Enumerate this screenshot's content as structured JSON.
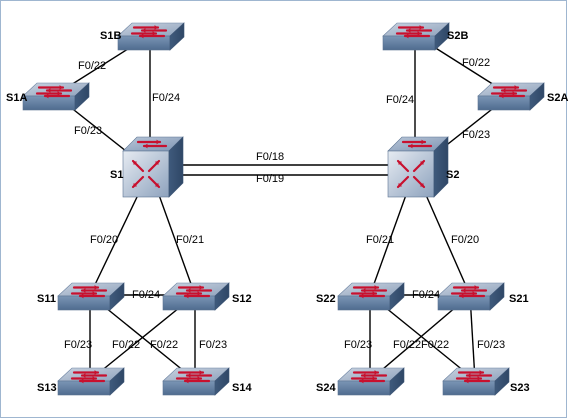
{
  "devices": [
    {
      "id": "S1",
      "label": "S1",
      "kind": "multilayer"
    },
    {
      "id": "S1A",
      "label": "S1A",
      "kind": "switch"
    },
    {
      "id": "S1B",
      "label": "S1B",
      "kind": "switch"
    },
    {
      "id": "S11",
      "label": "S11",
      "kind": "switch"
    },
    {
      "id": "S12",
      "label": "S12",
      "kind": "switch"
    },
    {
      "id": "S13",
      "label": "S13",
      "kind": "switch"
    },
    {
      "id": "S14",
      "label": "S14",
      "kind": "switch"
    },
    {
      "id": "S2",
      "label": "S2",
      "kind": "multilayer"
    },
    {
      "id": "S2A",
      "label": "S2A",
      "kind": "switch"
    },
    {
      "id": "S2B",
      "label": "S2B",
      "kind": "switch"
    },
    {
      "id": "S21",
      "label": "S21",
      "kind": "switch"
    },
    {
      "id": "S22",
      "label": "S22",
      "kind": "switch"
    },
    {
      "id": "S23",
      "label": "S23",
      "kind": "switch"
    },
    {
      "id": "S24",
      "label": "S24",
      "kind": "switch"
    }
  ],
  "links": [
    {
      "from": "S1",
      "to": "S1B",
      "port": "F0/24"
    },
    {
      "from": "S1B",
      "to": "S1A",
      "port": "F0/22"
    },
    {
      "from": "S1",
      "to": "S1A",
      "port": "F0/23"
    },
    {
      "from": "S1",
      "to": "S2",
      "port": "F0/18"
    },
    {
      "from": "S1",
      "to": "S2",
      "port": "F0/19"
    },
    {
      "from": "S1",
      "to": "S11",
      "port": "F0/20"
    },
    {
      "from": "S1",
      "to": "S12",
      "port": "F0/21"
    },
    {
      "from": "S11",
      "to": "S12",
      "port": "F0/24"
    },
    {
      "from": "S11",
      "to": "S13",
      "port": "F0/23"
    },
    {
      "from": "S12",
      "to": "S14",
      "port": "F0/23"
    },
    {
      "from": "S11",
      "to": "S14",
      "port": "F0/22"
    },
    {
      "from": "S12",
      "to": "S13",
      "port": "F0/22"
    },
    {
      "from": "S2",
      "to": "S2B",
      "port": "F0/24"
    },
    {
      "from": "S2B",
      "to": "S2A",
      "port": "F0/22"
    },
    {
      "from": "S2",
      "to": "S2A",
      "port": "F0/23"
    },
    {
      "from": "S2",
      "to": "S22",
      "port": "F0/21"
    },
    {
      "from": "S2",
      "to": "S21",
      "port": "F0/20"
    },
    {
      "from": "S22",
      "to": "S21",
      "port": "F0/24"
    },
    {
      "from": "S22",
      "to": "S24",
      "port": "F0/23"
    },
    {
      "from": "S21",
      "to": "S23",
      "port": "F0/23"
    },
    {
      "from": "S22",
      "to": "S23",
      "port": "F0/22"
    },
    {
      "from": "S21",
      "to": "S24",
      "port": "F0/22"
    }
  ],
  "colors": {
    "switch_top": "#aeb8c9",
    "switch_front": "#7f97b3",
    "switch_edge": "#5b7391",
    "arrow": "#c8102e",
    "link": "#000000",
    "frame": "#9fb6d0"
  }
}
